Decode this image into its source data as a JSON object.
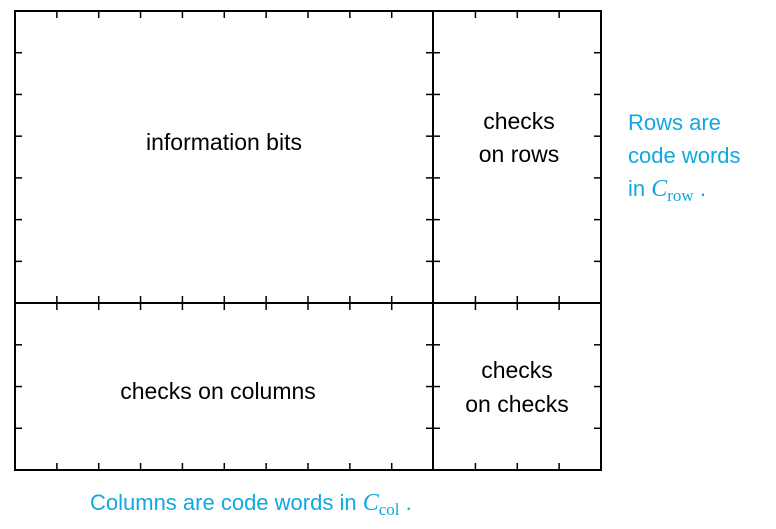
{
  "blocks": {
    "info": "information bits",
    "row_checks": [
      "checks",
      "on rows"
    ],
    "col_checks": "checks on columns",
    "check_checks": [
      "checks",
      "on checks"
    ]
  },
  "row_caption": {
    "lines": [
      "Rows are",
      "code words",
      "in "
    ],
    "symbol": "C",
    "subscript": "row",
    "end": " ."
  },
  "col_caption": {
    "text": "Columns are code words in ",
    "symbol": "C",
    "subscript": "col",
    "end": " ."
  },
  "colors": {
    "caption": "#10a8e0",
    "lines": "#000000"
  }
}
